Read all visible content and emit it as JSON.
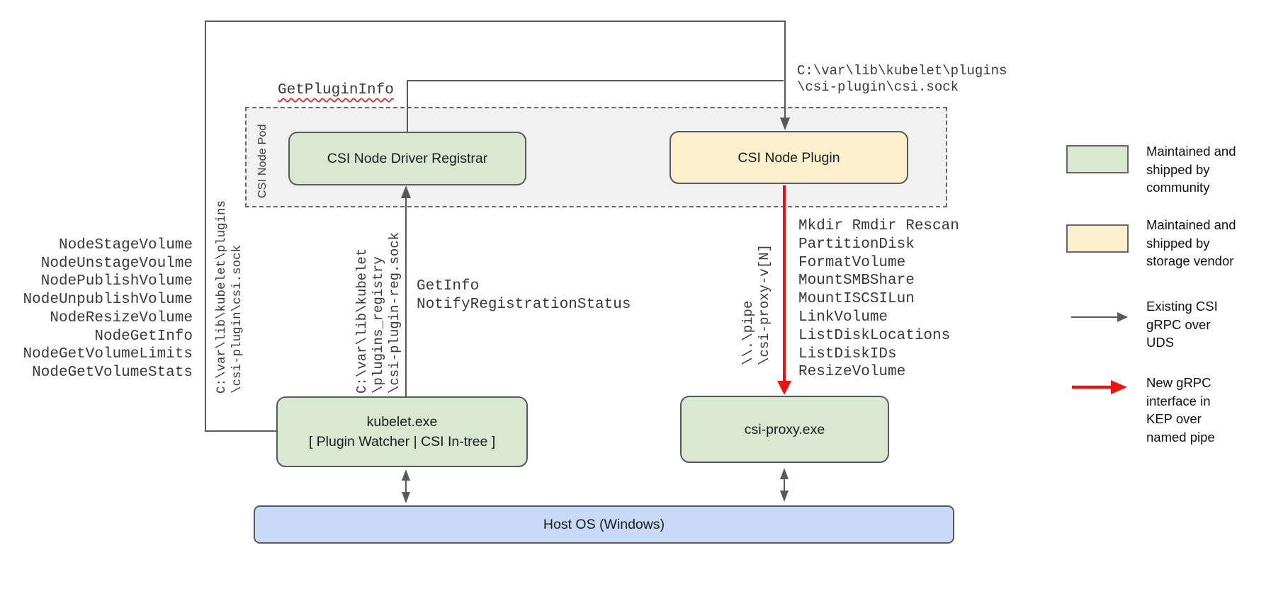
{
  "colors": {
    "community-fill": "#d9e8d1",
    "vendor-fill": "#fcf0cc",
    "host-fill": "#c9daf8",
    "pod-fill": "#f1f1f2",
    "line": "#595959",
    "accent-red": "#ee1111",
    "squiggle": "#e53935"
  },
  "pod": {
    "label": "CSI Node Pod",
    "registrar": "CSI Node Driver Registrar",
    "plugin": "CSI Node Plugin"
  },
  "processes": {
    "kubelet": [
      "kubelet.exe",
      "[ Plugin Watcher | CSI In-tree ]"
    ],
    "csi_proxy": "csi-proxy.exe",
    "host_os": "Host OS (Windows)"
  },
  "annotations": {
    "get_plugin_info": "GetPluginInfo",
    "csi_sock_path": [
      "C:\\var\\lib\\kubelet\\plugins",
      "\\csi-plugin\\csi.sock"
    ],
    "registration_sock_path": [
      "C:\\var\\lib\\kubelet",
      "\\plugins_registry",
      "\\csi-plugin-reg.sock"
    ],
    "named_pipe_path": [
      "\\\\.\\pipe",
      "\\csi-proxy-v[N]"
    ],
    "registration_calls": [
      "GetInfo",
      "NotifyRegistrationStatus"
    ],
    "node_rpc_calls": [
      "NodeStageVolume",
      "NodeUnstageVoulme",
      "NodePublishVolume",
      "NodeUnpublishVolume",
      "NodeResizeVolume",
      "NodeGetInfo",
      "NodeGetVolumeLimits",
      "NodeGetVolumeStats"
    ],
    "proxy_api_calls": [
      "Mkdir Rmdir Rescan",
      "PartitionDisk",
      "FormatVolume",
      "MountSMBShare",
      "MountISCSILun",
      "LinkVolume",
      "ListDiskLocations",
      "ListDiskIDs",
      "ResizeVolume"
    ]
  },
  "legend": {
    "items": [
      {
        "type": "swatch-green",
        "lines": [
          "Maintained and",
          "shipped by",
          "community"
        ]
      },
      {
        "type": "swatch-yellow",
        "lines": [
          "Maintained and",
          "shipped by",
          "storage vendor"
        ]
      },
      {
        "type": "arrow-gray",
        "lines": [
          "Existing CSI",
          "gRPC over",
          "UDS"
        ]
      },
      {
        "type": "arrow-red",
        "lines": [
          "New gRPC",
          "interface in",
          "KEP over",
          "named pipe"
        ]
      }
    ]
  }
}
